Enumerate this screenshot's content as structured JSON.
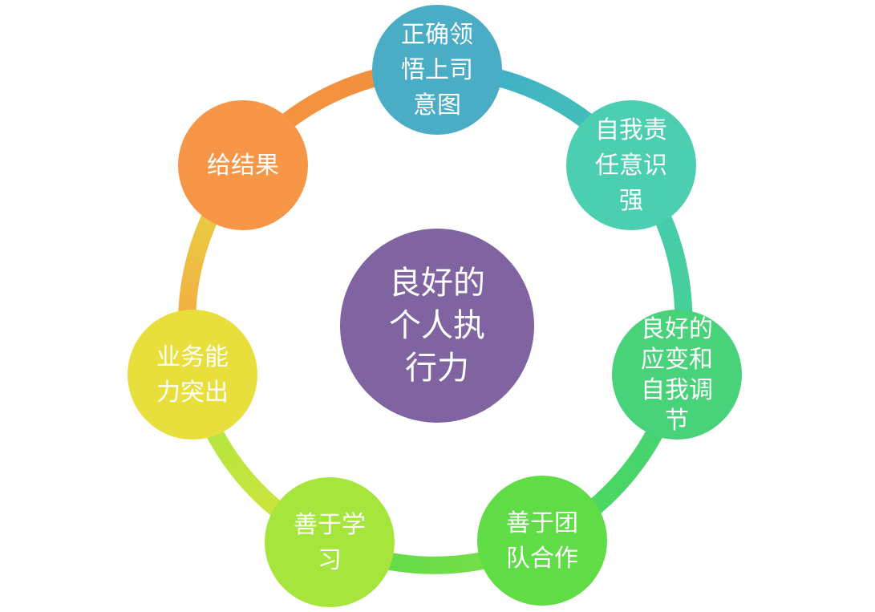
{
  "center": {
    "lines": [
      "良好的",
      "个人执",
      "行力"
    ],
    "color": "#8064A2"
  },
  "nodes": [
    {
      "lines": [
        "正确领",
        "悟上司",
        "意图"
      ],
      "color": "#4BACC6"
    },
    {
      "lines": [
        "自我责",
        "任意识",
        "强"
      ],
      "color": "#4BCFB0"
    },
    {
      "lines": [
        "良好的",
        "应变和",
        "自我调",
        "节"
      ],
      "color": "#48D27A"
    },
    {
      "lines": [
        "善于团",
        "队合作"
      ],
      "color": "#5FDC46"
    },
    {
      "lines": [
        "善于学",
        "习"
      ],
      "color": "#A6E63C"
    },
    {
      "lines": [
        "业务能",
        "力突出"
      ],
      "color": "#E8DE3C"
    },
    {
      "lines": [
        "给结果"
      ],
      "color": "#F79646"
    }
  ],
  "ring_segments": [
    {
      "from": "#3FA8CC",
      "to": "#45C6B4"
    },
    {
      "from": "#45C8B8",
      "to": "#46D38C"
    },
    {
      "from": "#44D278",
      "to": "#4FD85A"
    },
    {
      "from": "#7FE04A",
      "to": "#5ADB48"
    },
    {
      "from": "#D9E43C",
      "to": "#A8E640"
    },
    {
      "from": "#F5A040",
      "to": "#E6DA44"
    },
    {
      "from": "#F8943F",
      "to": "#EF8E3E"
    }
  ]
}
